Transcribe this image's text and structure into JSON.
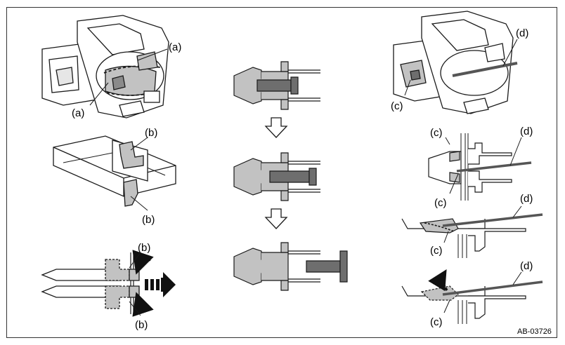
{
  "labels": {
    "a": "(a)",
    "b": "(b)",
    "c": "(c)",
    "d": "(d)"
  },
  "figure_code": "AB-03726",
  "colors": {
    "line": "#1a1a1a",
    "part_gray": "#c2c2c2",
    "dark_gray": "#6e6e6e",
    "tool": "#555555",
    "arrow": "#111111"
  }
}
